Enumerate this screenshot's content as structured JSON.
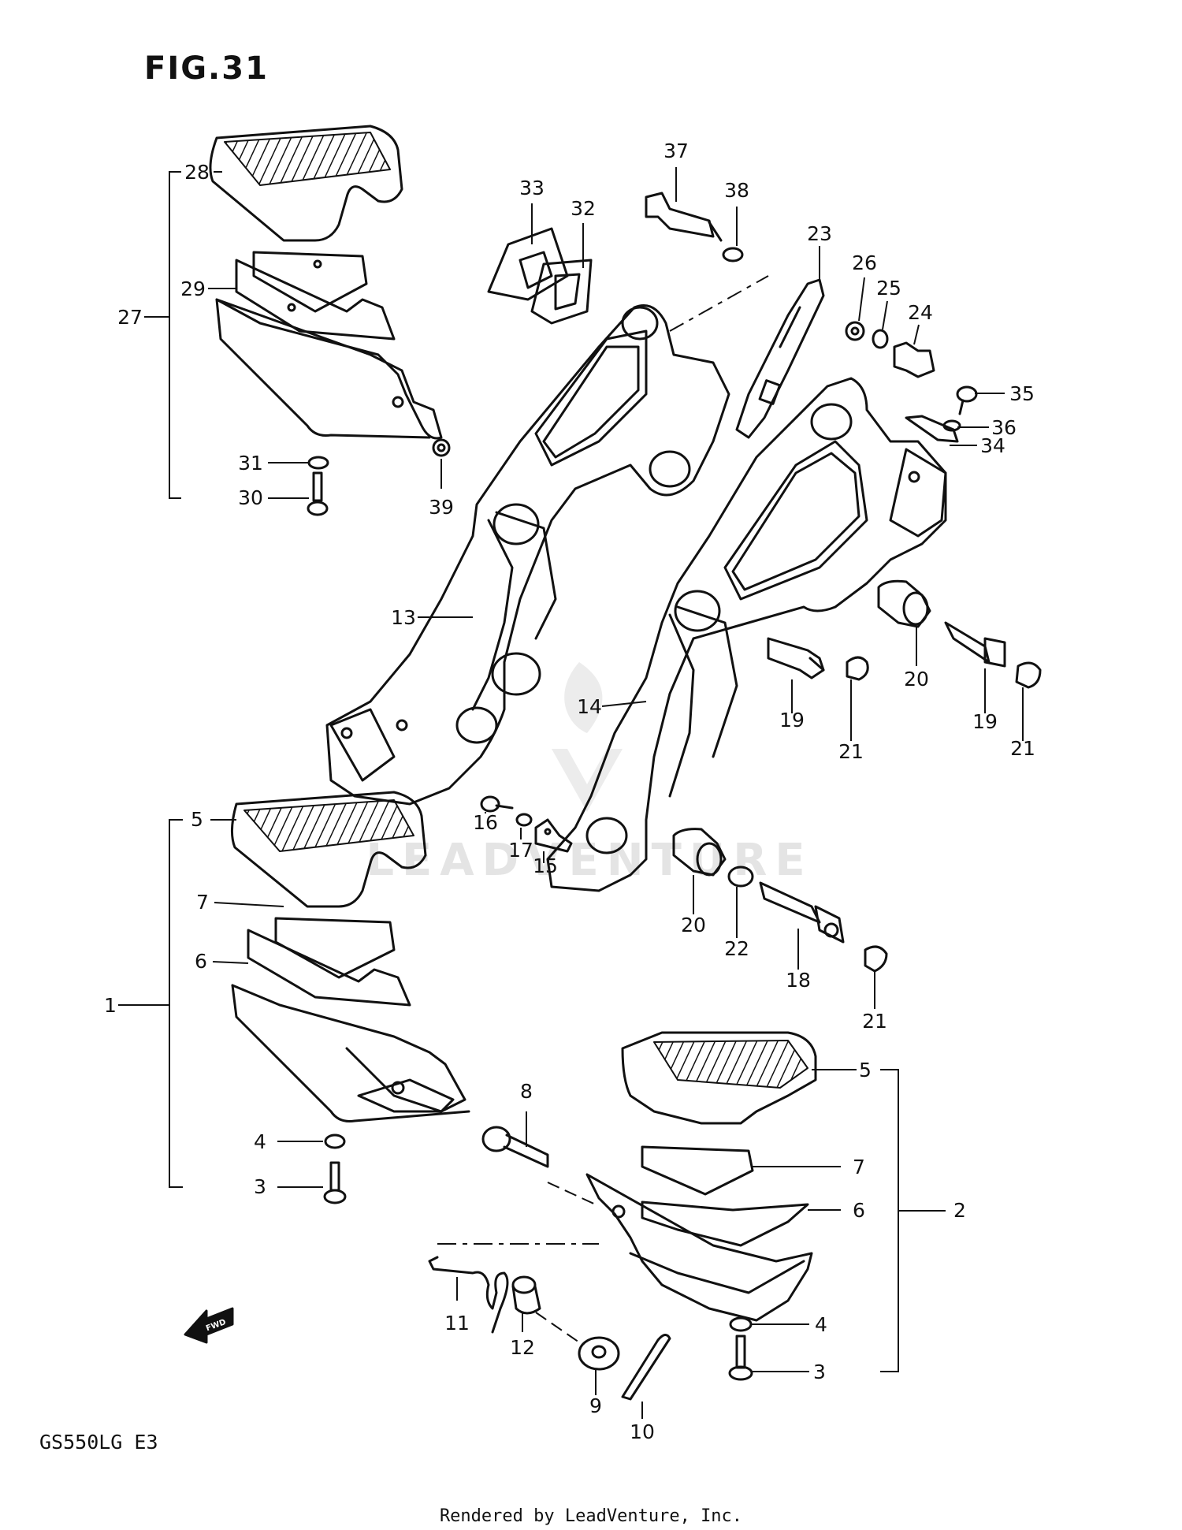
{
  "figure": {
    "title": "FIG.31",
    "model": "GS550LG  E3"
  },
  "footer": {
    "credit": "Rendered by LeadVenture, Inc."
  },
  "watermark": {
    "text": "LEADVENTURE"
  },
  "fwd_label": "FWD",
  "callouts": [
    "1",
    "2",
    "3",
    "3",
    "4",
    "4",
    "5",
    "5",
    "6",
    "6",
    "7",
    "7",
    "8",
    "9",
    "10",
    "11",
    "12",
    "13",
    "14",
    "15",
    "16",
    "17",
    "18",
    "19",
    "19",
    "20",
    "20",
    "21",
    "21",
    "21",
    "22",
    "23",
    "24",
    "25",
    "26",
    "27",
    "28",
    "29",
    "30",
    "31",
    "32",
    "33",
    "34",
    "35",
    "36",
    "37",
    "38",
    "39"
  ]
}
